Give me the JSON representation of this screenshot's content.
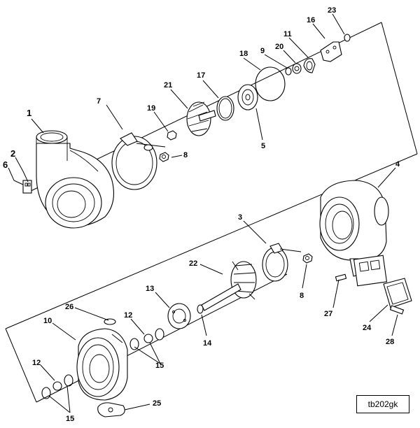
{
  "drawing_ref": "tb202gk",
  "callouts": {
    "c1": "1",
    "c2": "2",
    "c3": "3",
    "c4": "4",
    "c5": "5",
    "c6": "6",
    "c7": "7",
    "c8a": "8",
    "c8b": "8",
    "c9": "9",
    "c10": "10",
    "c11": "11",
    "c12a": "12",
    "c12b": "12",
    "c13": "13",
    "c14": "14",
    "c15a": "15",
    "c15b": "15",
    "c16": "16",
    "c17": "17",
    "c18": "18",
    "c19": "19",
    "c20": "20",
    "c21": "21",
    "c22": "22",
    "c23": "23",
    "c24": "24",
    "c25": "25",
    "c26": "26",
    "c27": "27",
    "c28": "28"
  }
}
